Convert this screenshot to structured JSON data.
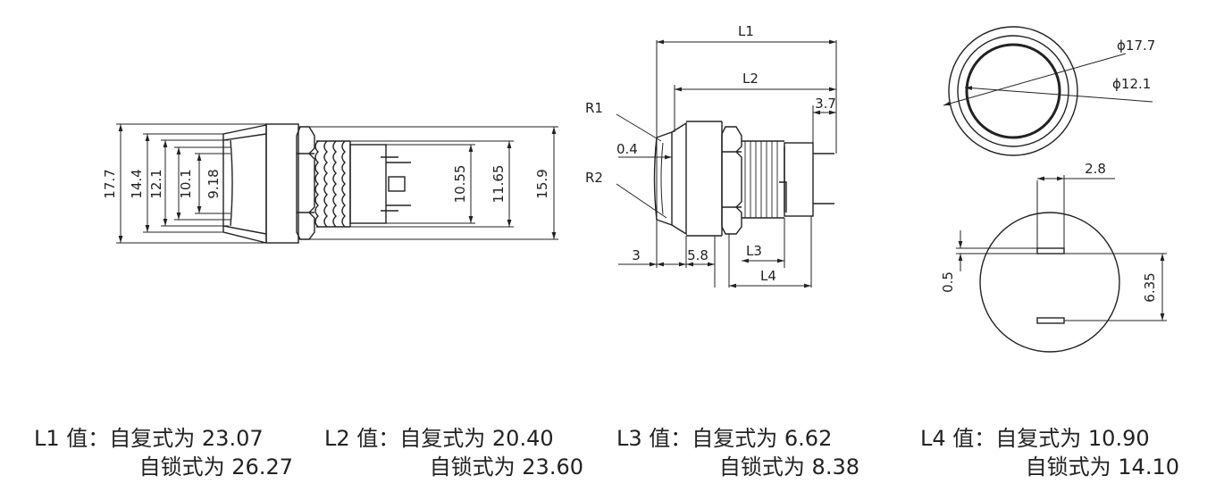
{
  "dimensions": {
    "front_view": {
      "d_17_7": "17.7",
      "d_14_4": "14.4",
      "d_12_1": "12.1",
      "d_10_1": "10.1",
      "d_9_18": "9.18",
      "d_10_55": "10.55",
      "d_11_65": "11.65",
      "d_15_9": "15.9"
    },
    "side_view": {
      "L1": "L1",
      "L2": "L2",
      "d_3_7": "3.7",
      "R1": "R1",
      "d_0_4": "0.4",
      "R2": "R2",
      "d_3": "3",
      "d_5_8": "5.8",
      "L3": "L3",
      "L4": "L4"
    },
    "top_view": {
      "phi_17_7": "ϕ17.7",
      "phi_12_1": "ϕ12.1"
    },
    "bottom_view": {
      "d_2_8": "2.8",
      "d_0_5": "0.5",
      "d_6_35": "6.35"
    }
  },
  "notes": [
    {
      "label": "L1 值：",
      "line1": "自复式为 23.07",
      "line2": "自锁式为 26.27"
    },
    {
      "label": "L2 值：",
      "line1": "自复式为 20.40",
      "line2": "自锁式为 23.60"
    },
    {
      "label": "L3 值：",
      "line1": "自复式为 6.62",
      "line2": "自锁式为 8.38"
    },
    {
      "label": "L4 值：",
      "line1": "自复式为 10.90",
      "line2": "自锁式为 14.10"
    }
  ]
}
